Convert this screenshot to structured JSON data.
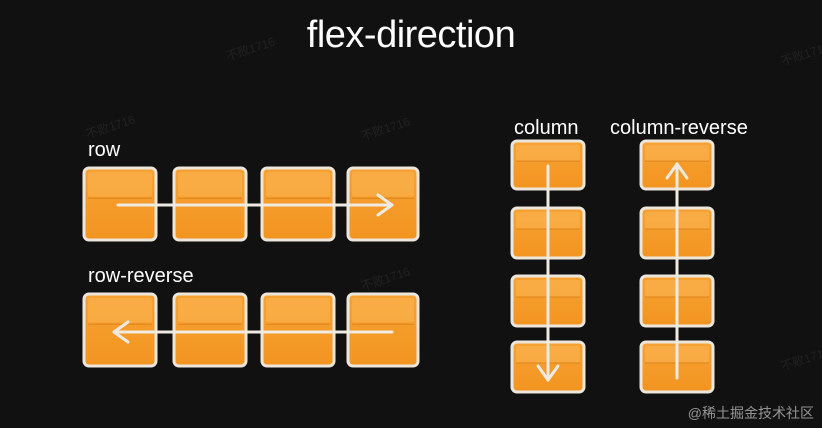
{
  "title": "flex-direction",
  "labels": {
    "row": "row",
    "row_reverse": "row-reverse",
    "column": "column",
    "column_reverse": "column-reverse"
  },
  "watermark": "不败1716",
  "credit": "@稀土掘金技术社区",
  "colors": {
    "background": "#111112",
    "box_fill": "#f59c2a",
    "box_highlight": "#fbb755",
    "box_border": "#ece6dc",
    "arrow": "#efeae2",
    "text": "#ffffff"
  },
  "groups": [
    {
      "name": "row",
      "direction": "right",
      "items": 4
    },
    {
      "name": "row-reverse",
      "direction": "left",
      "items": 4
    },
    {
      "name": "column",
      "direction": "down",
      "items": 4
    },
    {
      "name": "column-reverse",
      "direction": "up",
      "items": 4
    }
  ]
}
